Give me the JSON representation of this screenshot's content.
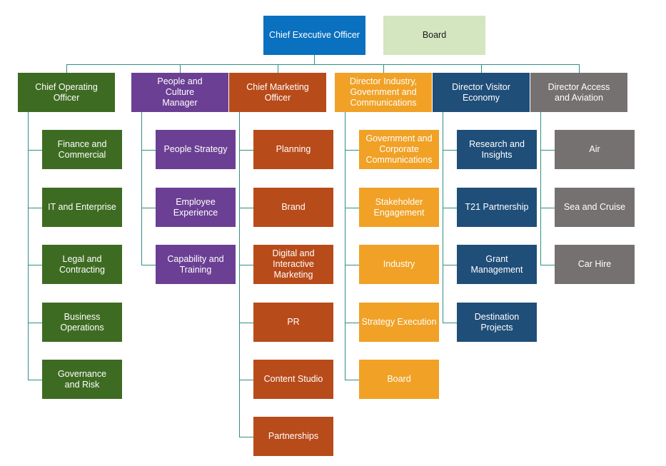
{
  "colors": {
    "ceo": "#0a70c0",
    "board": "#d3e6c0",
    "operations": "#3e6b22",
    "people": "#6b3f93",
    "marketing": "#b84b1a",
    "industry": "#f0a126",
    "visitor": "#1f4e79",
    "access": "#767171",
    "connector": "#2f8f86"
  },
  "top": {
    "ceo": "Chief Executive Officer",
    "board": "Board"
  },
  "departments": [
    {
      "key": "operations",
      "head": "Chief Operating\nOfficer",
      "items": [
        "Finance and\nCommercial",
        "IT and Enterprise",
        "Legal and\nContracting",
        "Business\nOperations",
        "Governance\nand Risk"
      ]
    },
    {
      "key": "people",
      "head": "People and\nCulture\nManager",
      "items": [
        "People Strategy",
        "Employee\nExperience",
        "Capability and\nTraining"
      ]
    },
    {
      "key": "marketing",
      "head": "Chief Marketing\nOfficer",
      "items": [
        "Planning",
        "Brand",
        "Digital and\nInteractive\nMarketing",
        "PR",
        "Content Studio",
        "Partnerships"
      ]
    },
    {
      "key": "industry",
      "head": "Director Industry,\nGovernment and\nCommunications",
      "items": [
        "Government and\nCorporate\nCommunications",
        "Stakeholder\nEngagement",
        "Industry",
        "Strategy Execution",
        "Board"
      ]
    },
    {
      "key": "visitor",
      "head": "Director Visitor\nEconomy",
      "items": [
        "Research and\nInsights",
        "T21 Partnership",
        "Grant\nManagement",
        "Destination\nProjects"
      ]
    },
    {
      "key": "access",
      "head": "Director Access\nand Aviation",
      "items": [
        "Air",
        "Sea and Cruise",
        "Car Hire"
      ]
    }
  ]
}
